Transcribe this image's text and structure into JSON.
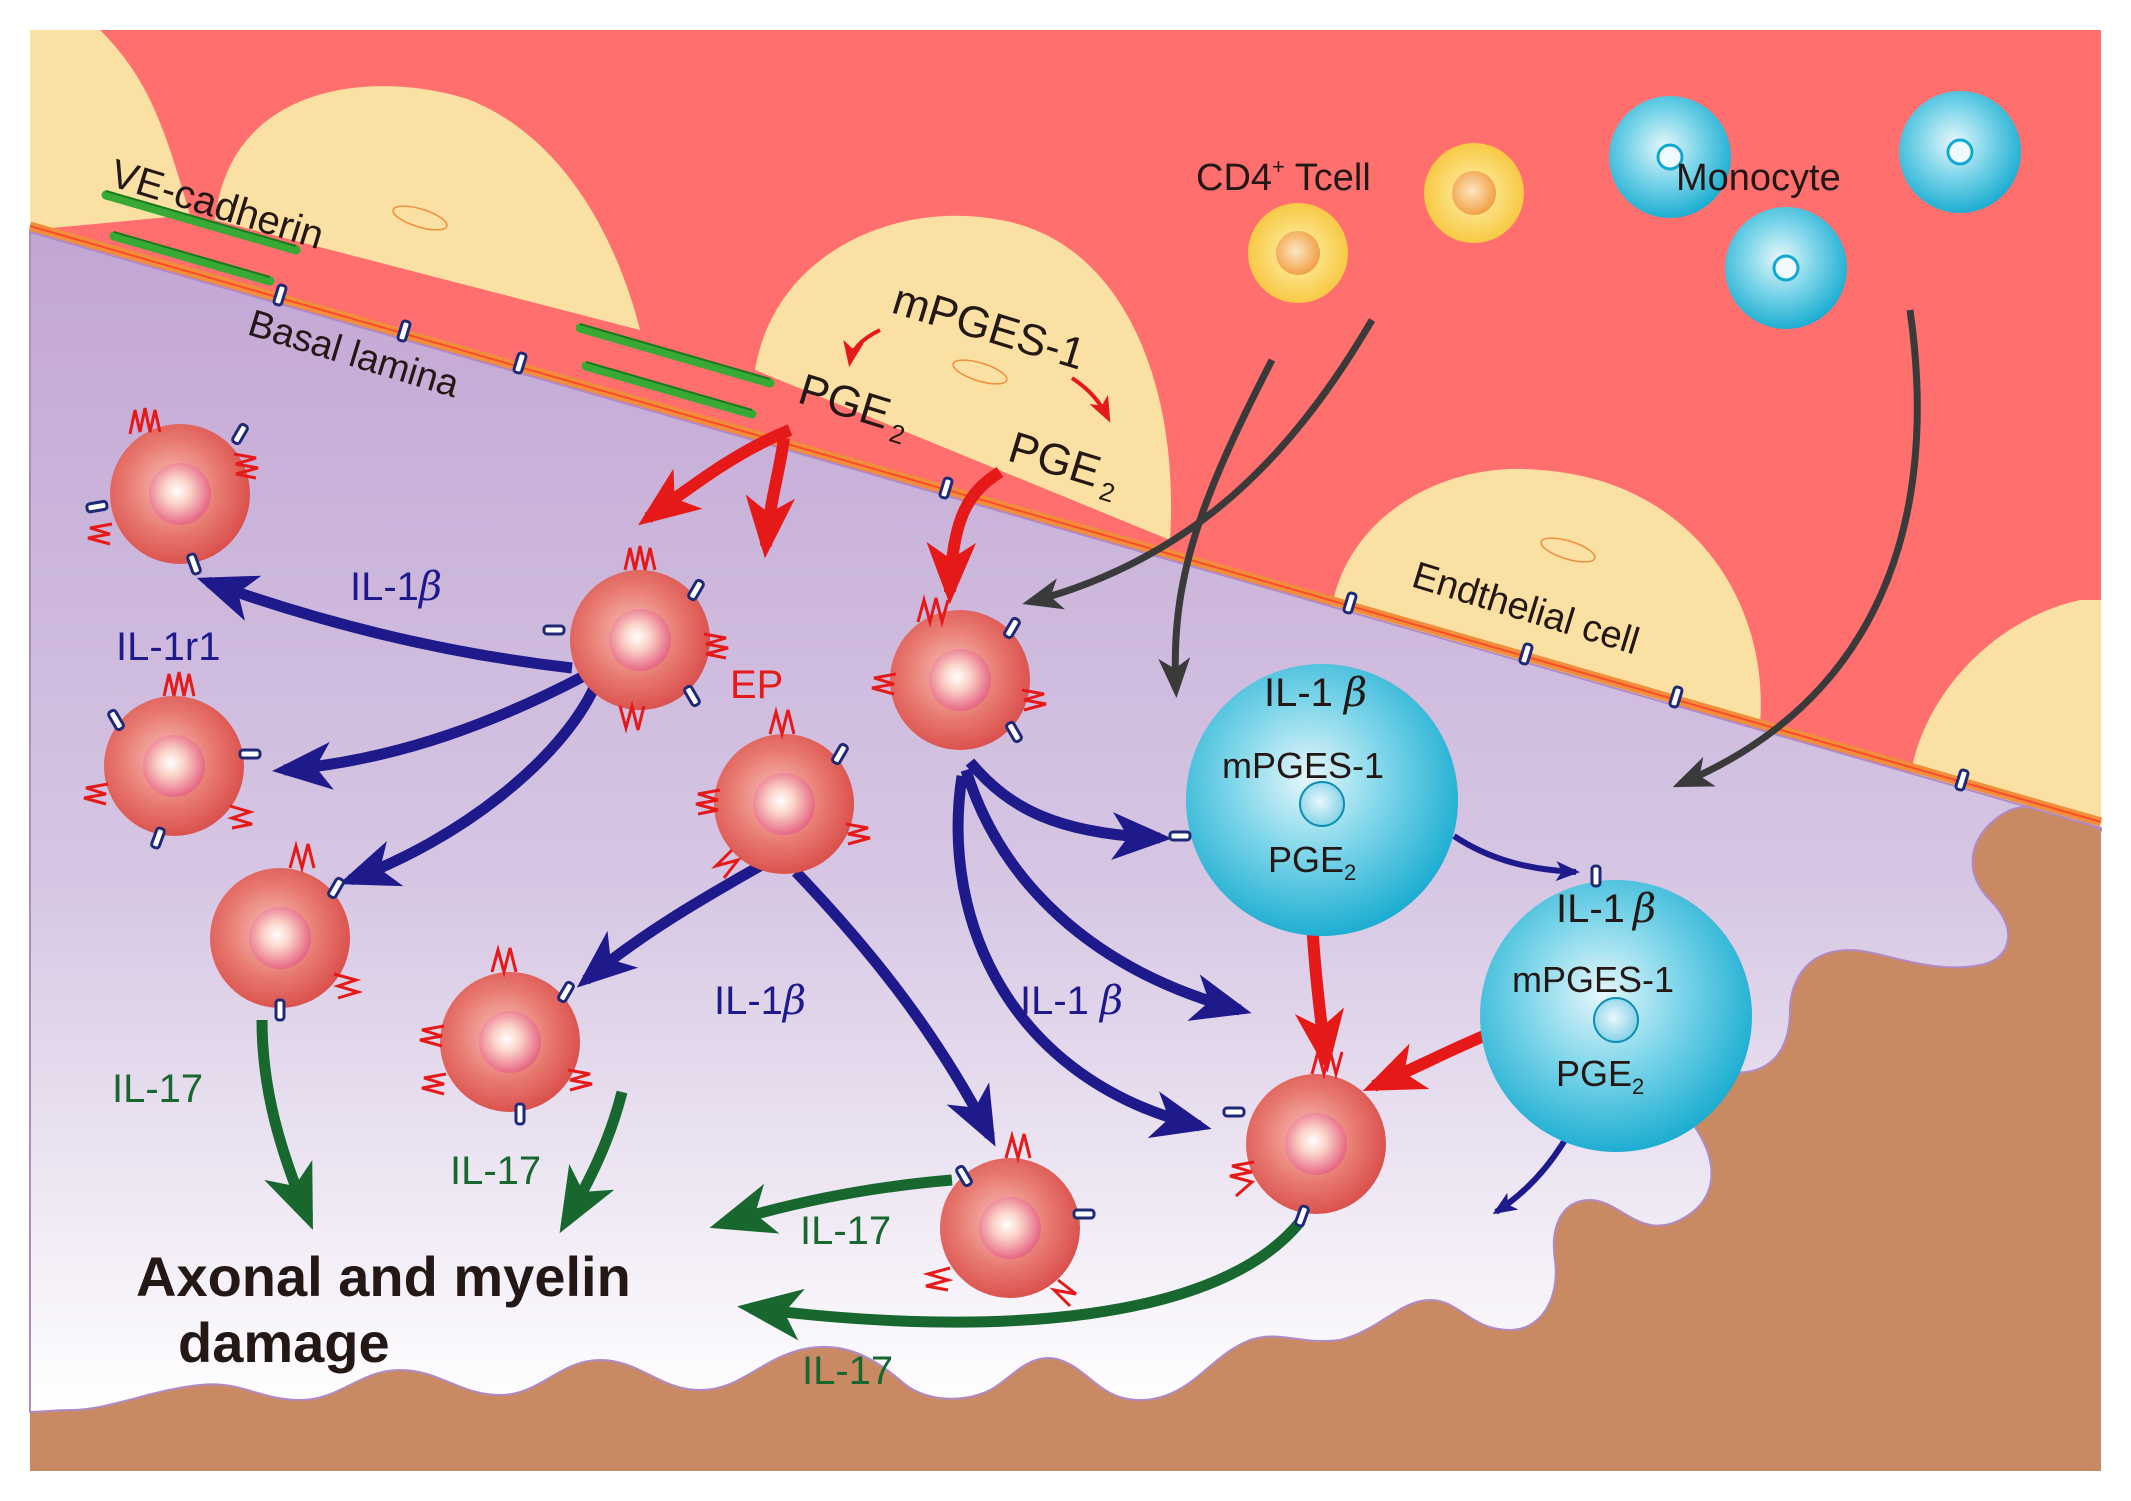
{
  "labels": {
    "ve_cadherin": "VE-cadherin",
    "basal_lamina": "Basal lamina",
    "mpges1_top": "mPGES-1",
    "pge": "PGE",
    "sub2": "2",
    "cd4": "CD4",
    "cd4_sup": "+",
    "tcell": " Tcell",
    "monocyte": "Monocyte",
    "endothelial": "Endthelial cell",
    "il1": "IL-1",
    "il1_space": "IL-1 ",
    "beta": "β",
    "il1r1": "IL-1r1",
    "ep": "EP",
    "il17": "IL-17",
    "mpges1": "mPGES-1",
    "damage_line1": "Axonal and myelin",
    "damage_line2": "damage"
  },
  "colors": {
    "blood": "#ff6f6e",
    "endothelium": "#fbe0a3",
    "basal_lamina": "#f08f3b",
    "tissue_top": "#c3a7d5",
    "brain": "#c98a63",
    "cadherin": "#39a935",
    "receptor": "#1f2a77",
    "il1_arrow": "#1f1a8c",
    "pge_arrow": "#e61919",
    "il17_arrow": "#17672f",
    "migration_arrow": "#3a3a3a",
    "th17_cell": "#e46262",
    "monocyte_cell": "#1fb8d4"
  }
}
